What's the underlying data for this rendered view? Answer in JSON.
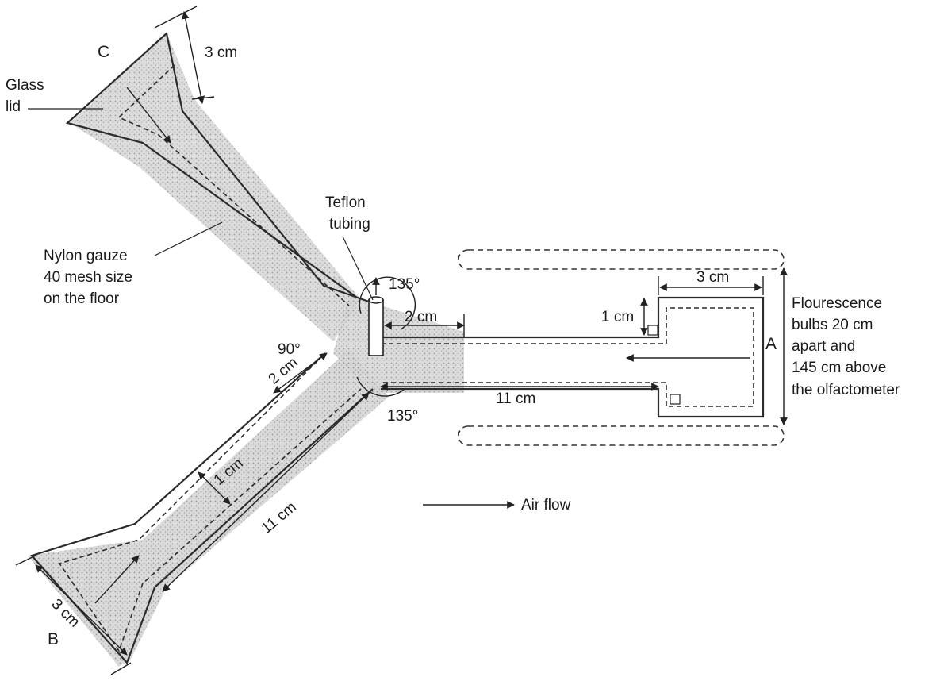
{
  "labels": {
    "arm_c": "C",
    "arm_b": "B",
    "arm_a": "A",
    "glass_lid": [
      "Glass",
      "lid"
    ],
    "teflon": [
      "Teflon",
      "tubing"
    ],
    "nylon": [
      "Nylon gauze",
      "40 mesh size",
      "on the floor"
    ],
    "bulbs": [
      "Flourescence",
      "bulbs 20 cm",
      "apart and",
      "145 cm above",
      "the olfactometer"
    ],
    "air_flow": "Air flow"
  },
  "dimensions": {
    "c_width": "3 cm",
    "b_width": "3 cm",
    "a_width": "3 cm",
    "a_height": "1 cm",
    "center_to_a": "2 cm",
    "a_arm_len": "11 cm",
    "b_arm_len": "11 cm",
    "b_arm_width": "1 cm",
    "center_to_b": "2 cm",
    "angle_top": "135°",
    "angle_bottom": "135°",
    "angle_left": "90°"
  },
  "colors": {
    "stipple": "#9a9a9a",
    "line": "#2b2b2b"
  }
}
